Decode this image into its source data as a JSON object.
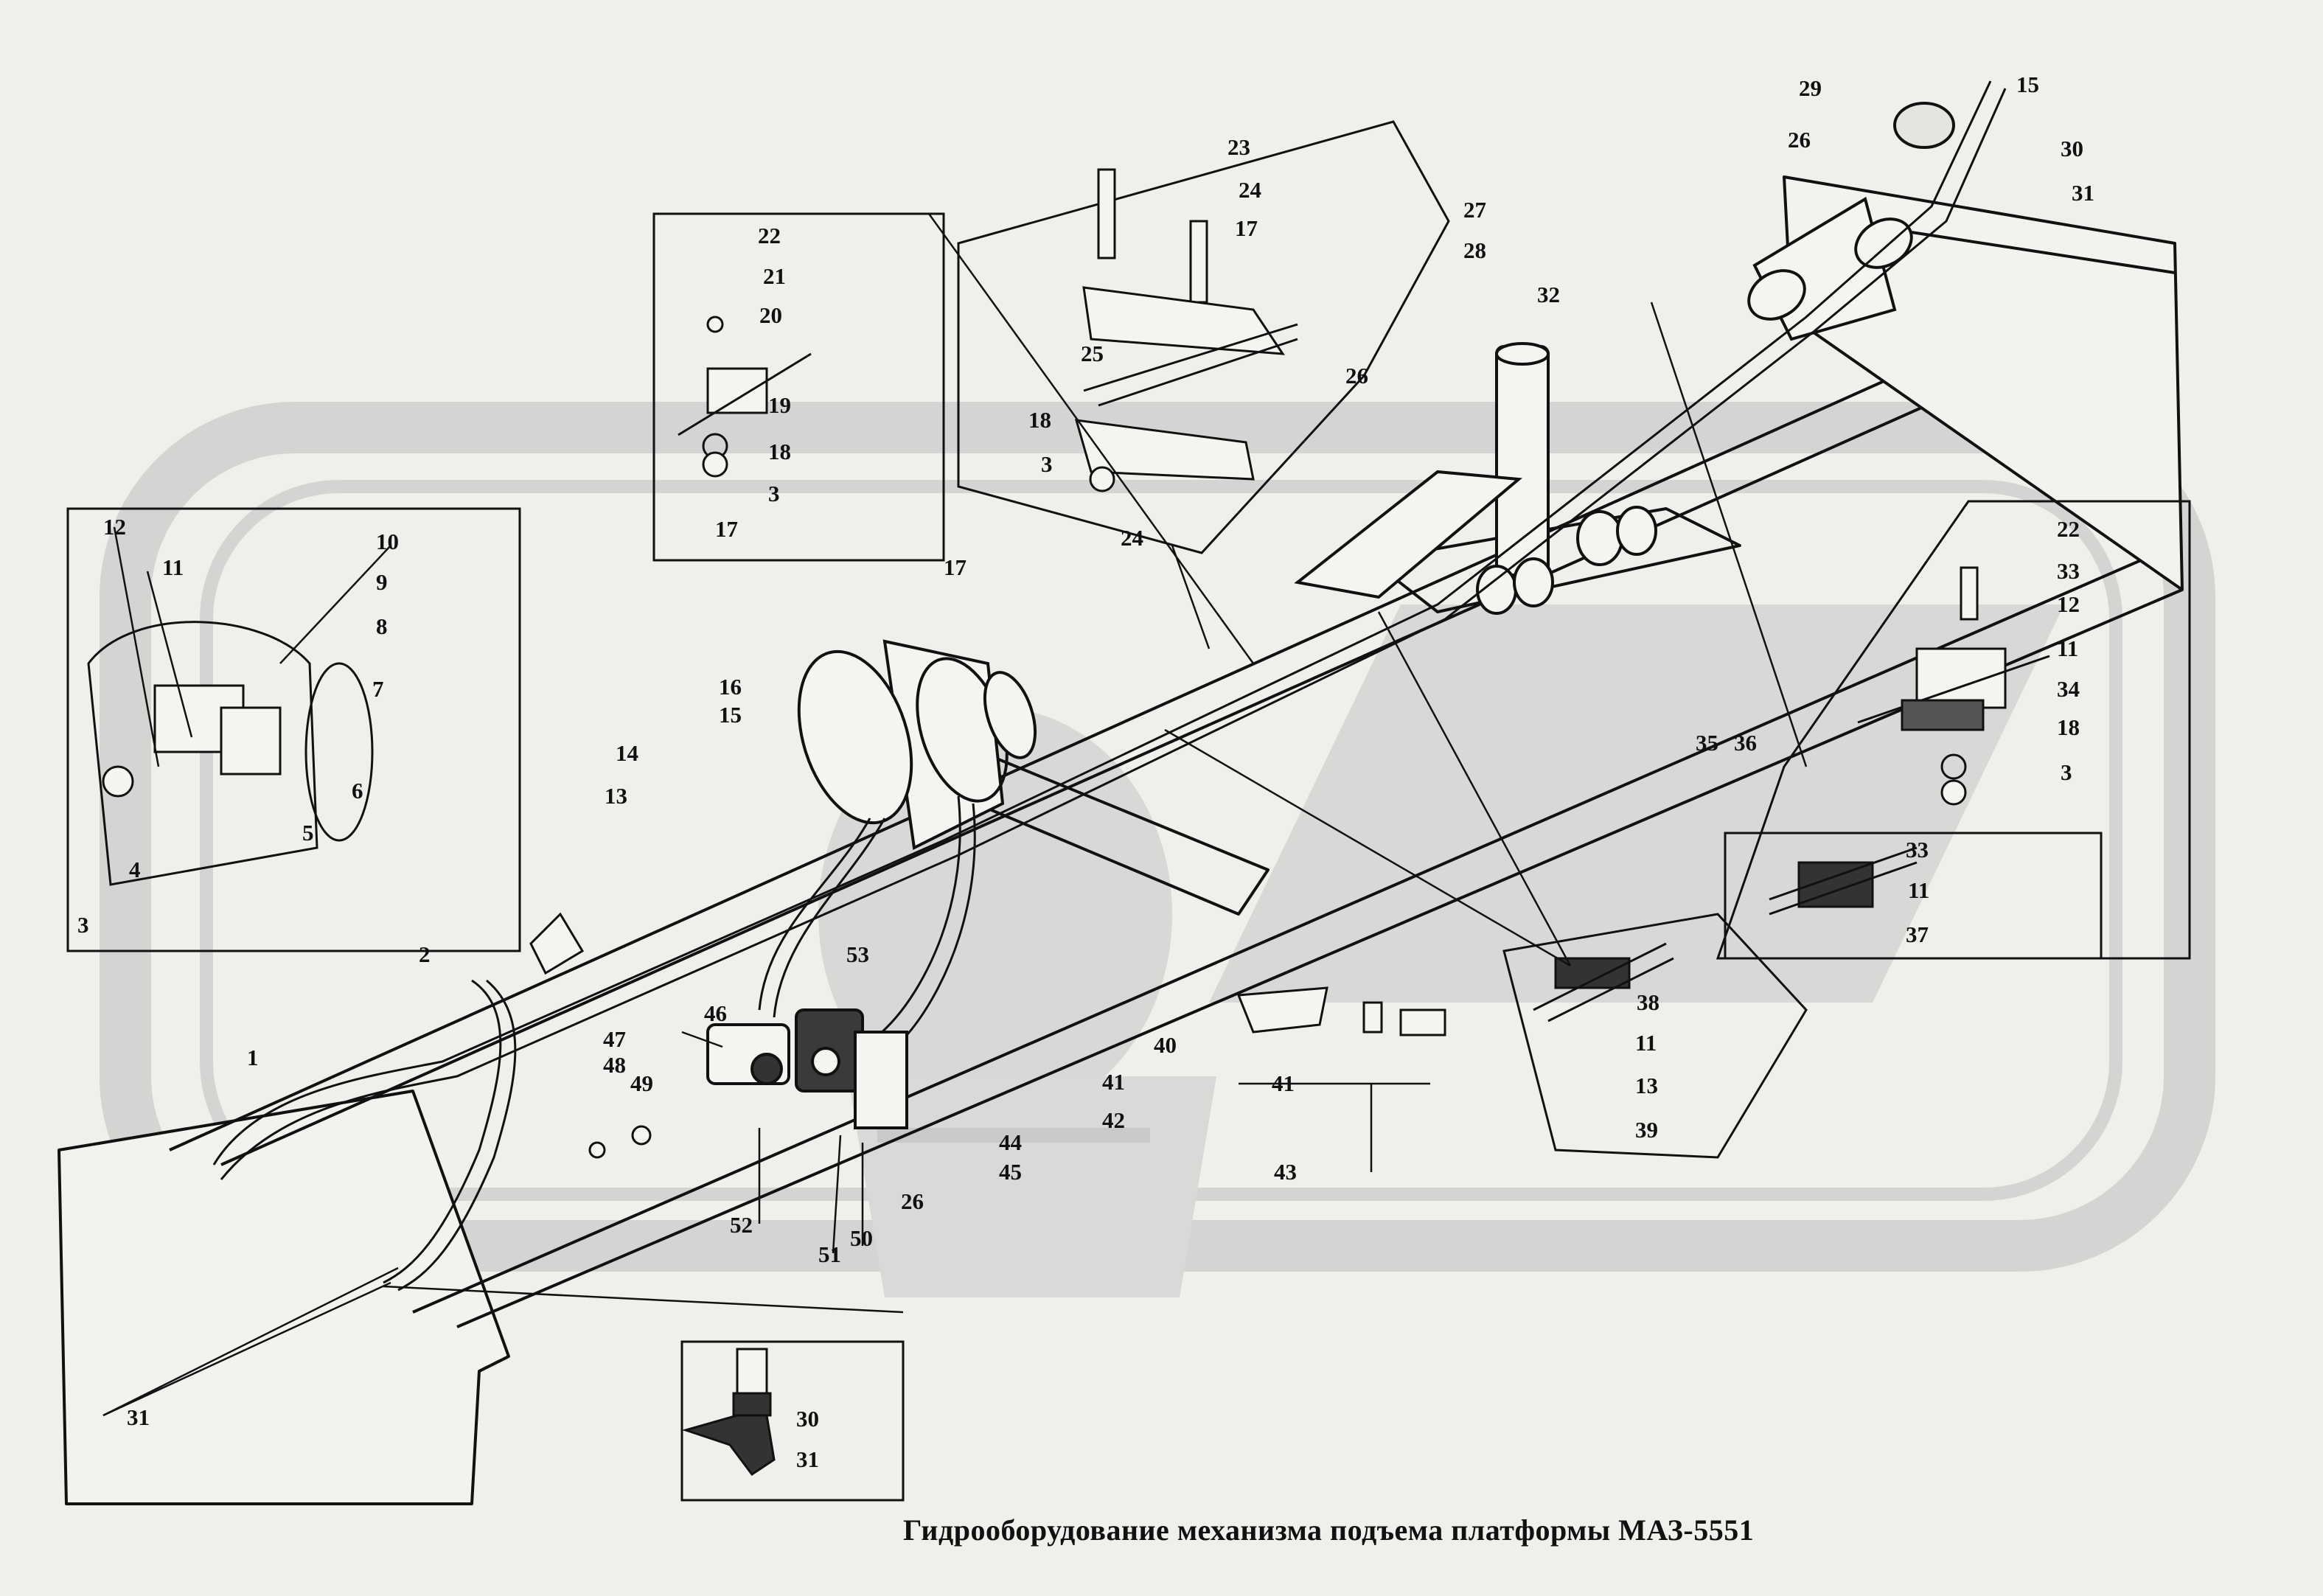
{
  "caption": "Гидрооборудование механизма подъема платформы  МАЗ-5551",
  "watermark": "ОАЗ",
  "colors": {
    "background": "#f0efec",
    "line": "#111111",
    "watermark": "#d4d4d2"
  },
  "callouts": {
    "insets": {
      "hose_clamp_left": [
        "12",
        "11",
        "10",
        "9",
        "8",
        "7",
        "6",
        "5",
        "4",
        "3"
      ],
      "bracket_top_left": [
        "22",
        "21",
        "20",
        "19",
        "18",
        "3",
        "17"
      ],
      "clamp_top_center": [
        "23",
        "24",
        "17",
        "25",
        "18",
        "3"
      ],
      "clamp_right": [
        "22",
        "33",
        "12",
        "11",
        "34",
        "18",
        "3"
      ],
      "clip_right_lower": [
        "33",
        "11",
        "37"
      ],
      "clip_center_lower": [
        "38",
        "11",
        "13",
        "39"
      ],
      "fitting_bottom": [
        "30",
        "31"
      ]
    },
    "main": [
      "1",
      "2",
      "13",
      "14",
      "15",
      "16",
      "17",
      "24",
      "26",
      "27",
      "28",
      "29",
      "15",
      "26",
      "30",
      "31",
      "32",
      "35",
      "36",
      "40",
      "41",
      "42",
      "53",
      "46",
      "47",
      "48",
      "49",
      "52",
      "51",
      "50",
      "26",
      "44",
      "45",
      "41",
      "43",
      "31"
    ]
  }
}
